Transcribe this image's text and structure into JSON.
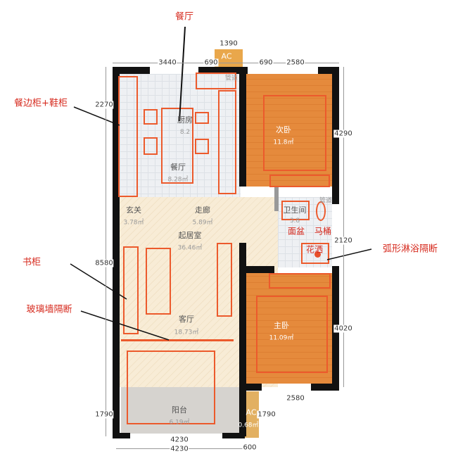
{
  "annotations": {
    "dining": "餐厅",
    "sideboard_shoe_cabinet": "餐边柜+鞋柜",
    "bookcase": "书柜",
    "glass_partition": "玻璃墙隔断",
    "arc_shower_partition": "弧形淋浴隔断",
    "washbasin": "面盆",
    "toilet": "马桶",
    "shower": "花洒"
  },
  "rooms": {
    "kitchen": {
      "name": "厨房",
      "area": "8.2"
    },
    "dining": {
      "name": "餐厅",
      "area": "8.28㎡"
    },
    "second_bedroom": {
      "name": "次卧",
      "area": "11.8㎡"
    },
    "foyer": {
      "name": "玄关",
      "area": "3.78㎡"
    },
    "corridor": {
      "name": "走廊",
      "area": "5.89㎡"
    },
    "living_room": {
      "name": "起居室",
      "area": "36.46㎡"
    },
    "parlor": {
      "name": "客厅",
      "area": "18.73㎡"
    },
    "master_bedroom": {
      "name": "主卧",
      "area": "11.09㎡"
    },
    "balcony": {
      "name": "阳台",
      "area": "6.19㎡"
    },
    "bathroom": {
      "name": "卫生间",
      "area": "3.8"
    },
    "pipe_top": {
      "name": "管道"
    },
    "pipe_right": {
      "name": "管道"
    },
    "ac_top": {
      "name": "AC"
    },
    "ac_bottom": {
      "name": "AC",
      "area": "0.68㎡"
    }
  },
  "dimensions": {
    "top_ac": "1390",
    "top_left": "3440",
    "top_mid_left": "690",
    "top_mid_right": "690",
    "top_right": "2580",
    "left_upper": "2270",
    "left_middle": "8580",
    "left_lower": "1790",
    "right_upper": "4290",
    "right_middle": "2120",
    "right_lower": "4020",
    "bottom_right": "2580",
    "bottom_ac": "1790",
    "bottom_inner": "4230",
    "bottom_outer": "4230",
    "bottom_small": "600"
  },
  "colors": {
    "annotation": "#d62a1e",
    "furniture": "#ec5a2c",
    "bedroom_floor": "#e58a3c"
  }
}
